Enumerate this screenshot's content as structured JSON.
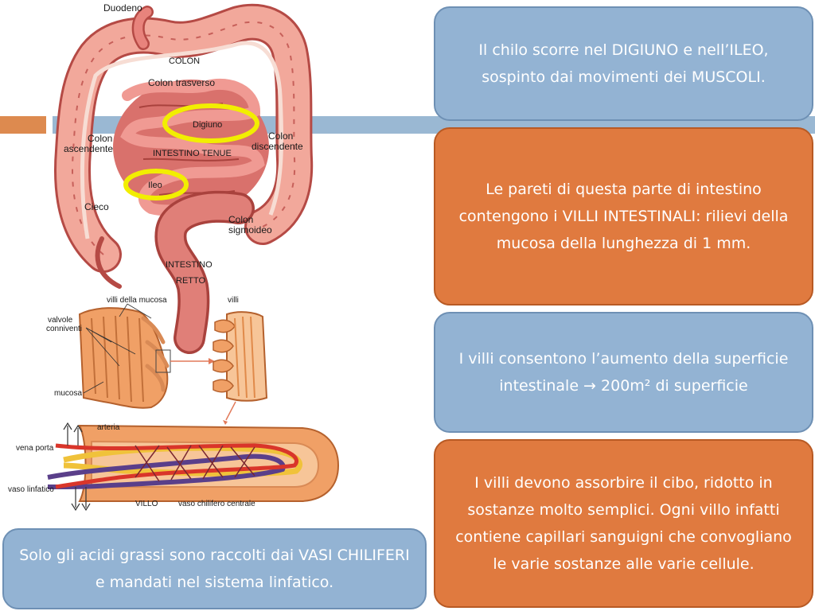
{
  "illustration": {
    "top_labels": {
      "duodeno": "Duodeno",
      "colon": "COLON",
      "colon_trasverso": "Colon trasverso",
      "digiuno": "Digiuno",
      "colon_ascendente": [
        "Colon",
        "ascendente"
      ],
      "colon_discendente": [
        "Colon",
        "discendente"
      ],
      "intestino_tenue": "INTESTINO TENUE",
      "ileo": "Ileo",
      "cieco": "Cieco",
      "colon_sigmoideo": [
        "Colon",
        "sigmoideo"
      ],
      "intestino_retto": [
        "INTESTINO",
        "RETTO"
      ]
    },
    "villi_labels": {
      "villi_mucosa": "villi della mucosa",
      "villi": "villi",
      "valvole": [
        "valvole",
        "conniventi"
      ],
      "mucosa": "mucosa"
    },
    "villo_labels": {
      "arteria": "arteria",
      "vena_porta": "vena porta",
      "vaso_linfatico": "vaso linfatico",
      "villo": "VILLO",
      "vaso_chilifero": "vaso chilifero centrale"
    },
    "colors": {
      "intestine": "#e8837c",
      "intestine_dark": "#b54a45",
      "colon": "#f2a89b",
      "highlight": "#f2ee00",
      "tissue": "#f0a066",
      "artery": "#d9352a",
      "vein": "#5a3f8a",
      "lymph": "#f0c23a"
    }
  },
  "cards": [
    {
      "id": "card1",
      "color": "blue",
      "text": "Il chilo scorre nel DIGIUNO e nell’ILEO, sospinto dai movimenti dei MUSCOLI."
    },
    {
      "id": "card2",
      "color": "orange",
      "text": "Le pareti di questa parte di intestino contengono i VILLI INTESTINALI: rilievi della mucosa della lunghezza di 1 mm."
    },
    {
      "id": "card3",
      "color": "blue",
      "text": "I villi consentono l’aumento della superficie intestinale → 200m² di superficie"
    },
    {
      "id": "card4",
      "color": "orange",
      "text": "I villi devono assorbire il cibo, ridotto in sostanze molto semplici. Ogni villo infatti contiene capillari sanguigni che convogliano le varie sostanze alle varie cellule."
    },
    {
      "id": "card5",
      "color": "blue",
      "text": "Solo gli acidi grassi sono raccolti dai VASI CHILIFERI e mandati nel sistema linfatico."
    }
  ]
}
